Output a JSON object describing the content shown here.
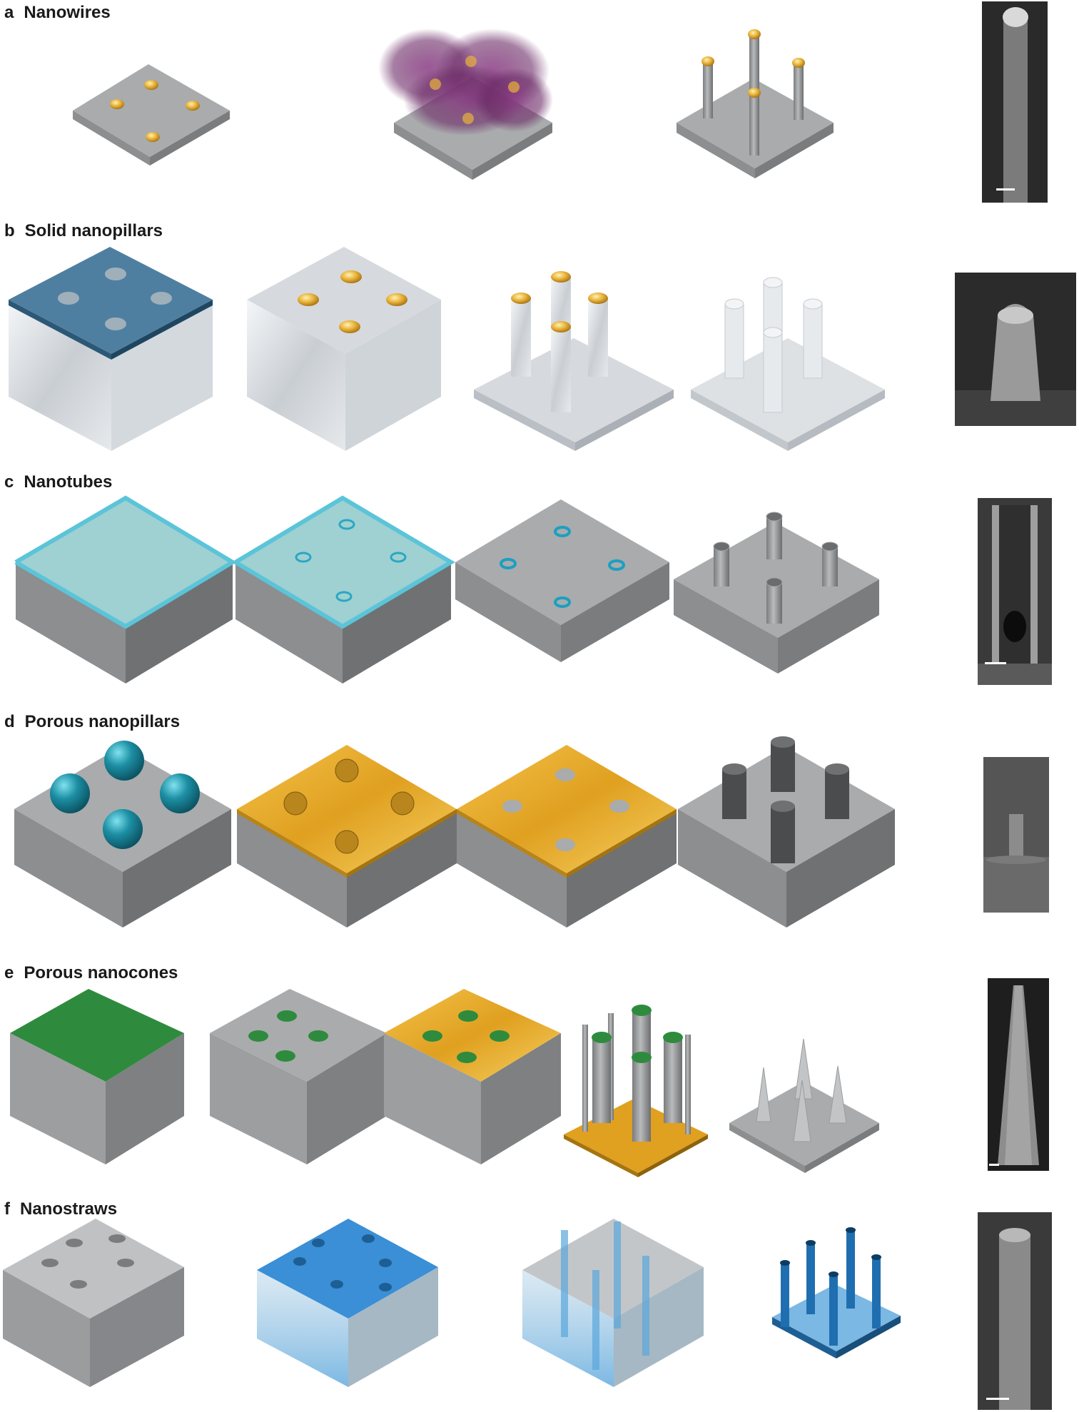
{
  "panels": [
    {
      "letter": "a",
      "title": "Nanowires"
    },
    {
      "letter": "b",
      "title": "Solid nanopillars"
    },
    {
      "letter": "c",
      "title": "Nanotubes"
    },
    {
      "letter": "d",
      "title": "Porous nanopillars"
    },
    {
      "letter": "e",
      "title": "Porous nanocones"
    },
    {
      "letter": "f",
      "title": "Nanostraws"
    }
  ],
  "colors": {
    "substrate_top": "#a9abad",
    "substrate_left": "#8c8e90",
    "substrate_right": "#7a7c7e",
    "gold": "#e8b23a",
    "cyan_layer": "#5bc4d8",
    "teal_sphere": "#1d8fa4",
    "green_layer": "#2e8b3e",
    "blue_layer": "#3a8fd6",
    "purple_cloud": "#6b2a66",
    "sem_dark": "#1e1e1e"
  },
  "icons": [
    "substrate-block-icon",
    "catalyst-dot-icon",
    "nanowire-pillar-icon",
    "nanocone-icon",
    "scale-bar-icon"
  ]
}
